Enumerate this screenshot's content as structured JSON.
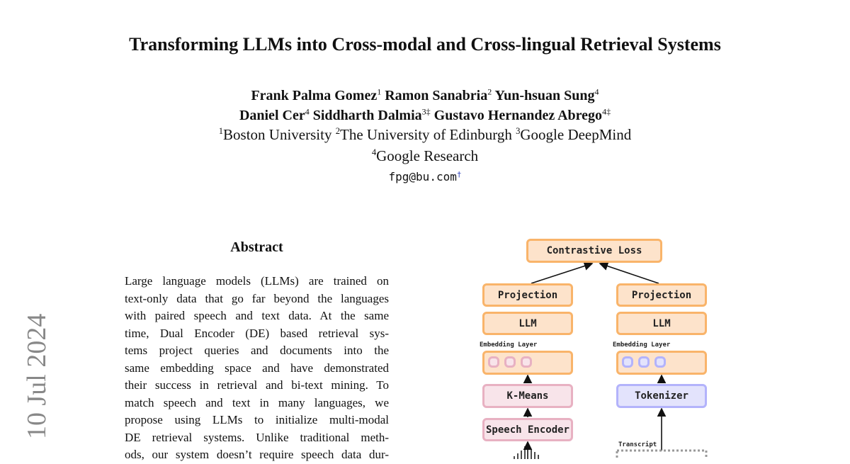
{
  "title": "Transforming LLMs into Cross-modal and Cross-lingual Retrieval Systems",
  "authors": [
    {
      "name": "Frank Palma Gomez",
      "sup": "1"
    },
    {
      "name": "Ramon Sanabria",
      "sup": "2"
    },
    {
      "name": "Yun-hsuan Sung",
      "sup": "4"
    },
    {
      "name": "Daniel Cer",
      "sup": "4"
    },
    {
      "name": "Siddharth Dalmia",
      "sup": "3‡"
    },
    {
      "name": "Gustavo Hernandez Abrego",
      "sup": "4‡"
    }
  ],
  "affiliations": [
    {
      "sup": "1",
      "name": "Boston University"
    },
    {
      "sup": "2",
      "name": "The University of Edinburgh"
    },
    {
      "sup": "3",
      "name": "Google DeepMind"
    },
    {
      "sup": "4",
      "name": "Google Research"
    }
  ],
  "email": "fpg@bu.com",
  "email_mark": "†",
  "side_date": "10 Jul 2024",
  "abstract": {
    "heading": "Abstract",
    "lines": [
      "Large language models (LLMs) are trained on",
      "text-only data that go far beyond the languages",
      "with paired speech and text data. At the same",
      "time, Dual Encoder (DE) based retrieval sys-",
      "tems project queries and documents into the",
      "same embedding space and have demonstrated",
      "their success in retrieval and bi-text mining. To",
      "match speech and text in many languages, we",
      "propose using LLMs to initialize multi-modal",
      "DE retrieval systems. Unlike traditional meth-",
      "ods, our system doesn’t require speech data dur-"
    ]
  },
  "figure": {
    "loss": "Contrastive Loss",
    "left": {
      "projection": "Projection",
      "llm": "LLM",
      "embedding": "Embedding Layer",
      "kmeans": "K-Means",
      "encoder": "Speech Encoder"
    },
    "right": {
      "projection": "Projection",
      "llm": "LLM",
      "embedding": "Embedding Layer",
      "tokenizer": "Tokenizer",
      "transcript": "Transcript"
    },
    "colors": {
      "orange": "#f9b46a",
      "pink": "#e8b1c2",
      "lavender": "#b3b3fb"
    }
  }
}
